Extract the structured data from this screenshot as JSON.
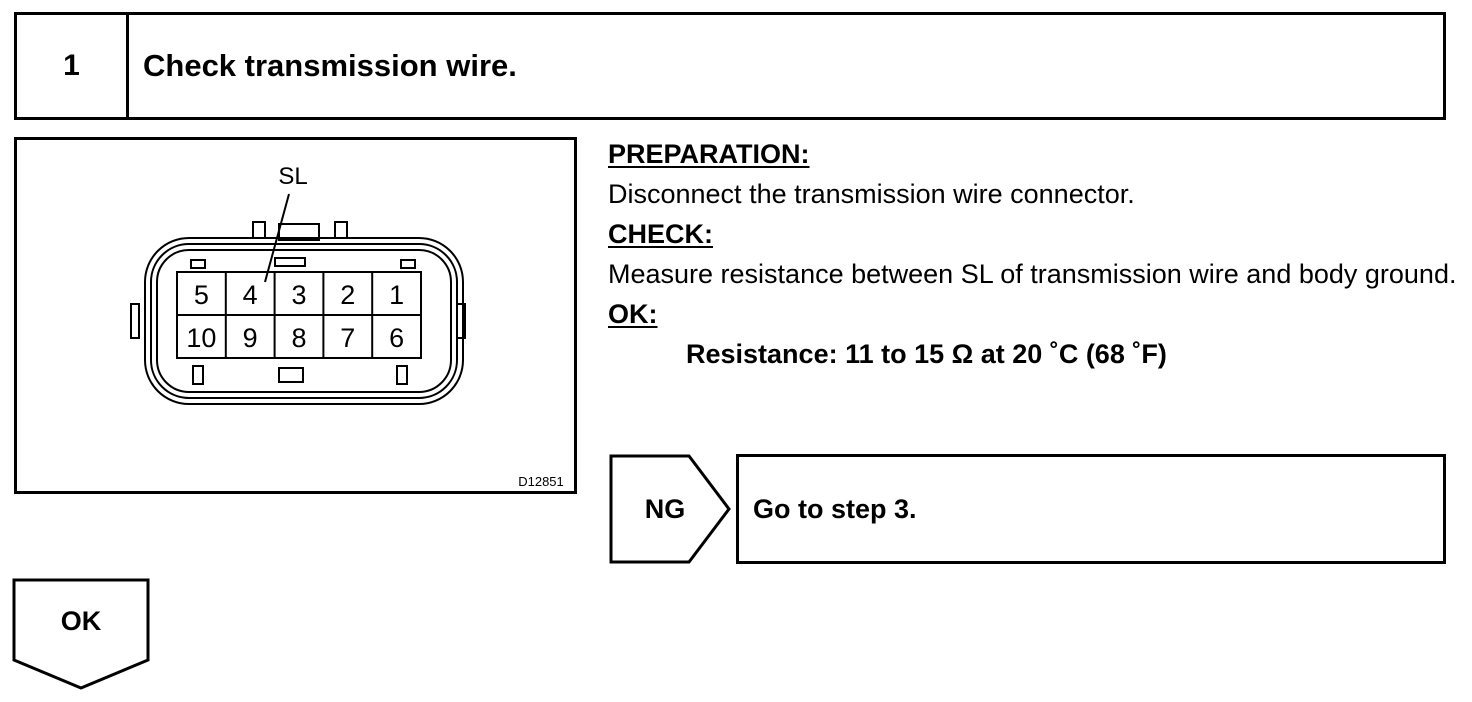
{
  "header": {
    "step_number": "1",
    "title": "Check transmission wire."
  },
  "figure": {
    "callout_label": "SL",
    "pins_top": [
      "5",
      "4",
      "3",
      "2",
      "1"
    ],
    "pins_bottom": [
      "10",
      "9",
      "8",
      "7",
      "6"
    ],
    "figure_id": "D12851"
  },
  "instructions": {
    "preparation_label": "PREPARATION:",
    "preparation_text": "Disconnect the transmission wire connector.",
    "check_label": "CHECK:",
    "check_text": "Measure resistance between SL of transmission wire and body ground.",
    "ok_label": "OK:",
    "ok_spec": "Resistance: 11 to 15 Ω at 20 ˚C (68 ˚F)"
  },
  "ng_branch": {
    "label": "NG",
    "action": "Go to step 3."
  },
  "ok_branch": {
    "label": "OK"
  }
}
